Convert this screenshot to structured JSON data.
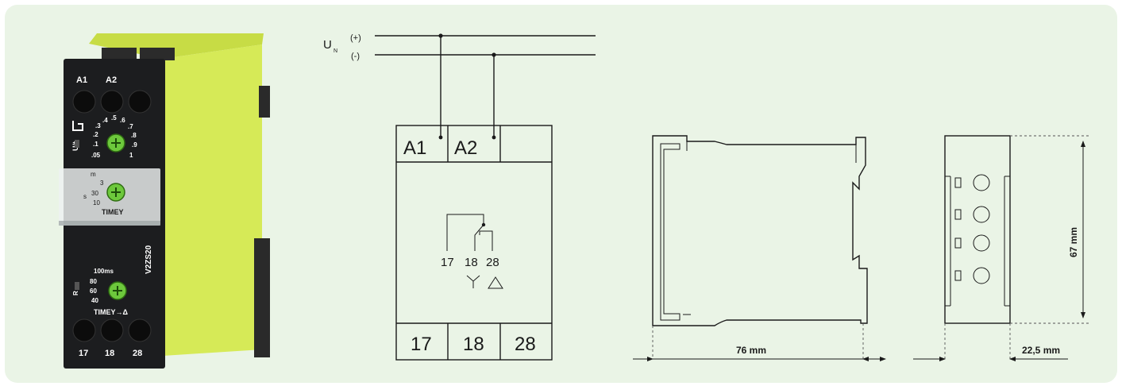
{
  "supply": {
    "label": "U",
    "subscript": "N",
    "plus": "(+)",
    "minus": "(-)"
  },
  "wiring_box": {
    "top_terminals": [
      "A1",
      "A2",
      ""
    ],
    "bottom_terminals": [
      "17",
      "18",
      "28"
    ],
    "contact_labels": [
      "17",
      "18",
      "28"
    ],
    "star_symbol": "⋎",
    "delta_symbol": "△"
  },
  "device": {
    "top_terminals": [
      "A1",
      "A2"
    ],
    "bottom_terminals": [
      "17",
      "18",
      "28"
    ],
    "model": "V2ZS20",
    "ut_label": "U/t",
    "dial1_scale": [
      ".05",
      ".1",
      ".2",
      ".3",
      ".4",
      ".5",
      ".6",
      ".7",
      ".8",
      ".9",
      "1"
    ],
    "dial2_units": [
      "m",
      "3",
      "30",
      "s",
      "10"
    ],
    "dial2_brand": "TIMEY",
    "dial3_scale": [
      "100ms",
      "80",
      "60",
      "40"
    ],
    "dial3_label": "TIMEY→Δ",
    "r_label": "R",
    "colors": {
      "housing": "#d8ec5a",
      "housing_shade": "#b6cc3a",
      "face": "#1c1d1f",
      "knob": "#6dc83c"
    }
  },
  "dimensions": {
    "depth": "76 mm",
    "height": "67 mm",
    "width": "22,5 mm"
  }
}
